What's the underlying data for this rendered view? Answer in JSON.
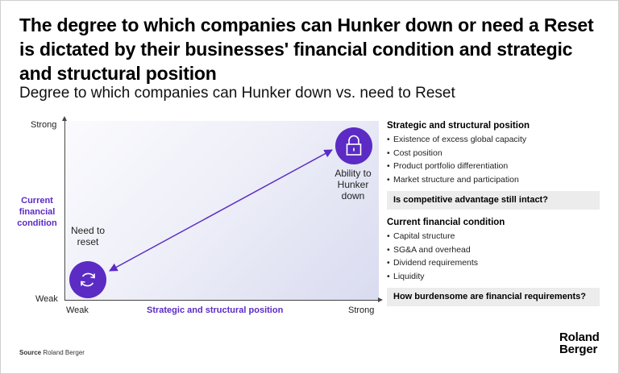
{
  "header": {
    "title": "The degree to which companies can Hunker down or need a Reset is dictated by their businesses' financial condition and strategic and structural position",
    "subtitle": "Degree to which companies can Hunker down vs. need to Reset"
  },
  "diagram": {
    "y_axis": {
      "label": "Current financial condition",
      "top_tick": "Strong",
      "bottom_tick": "Weak"
    },
    "x_axis": {
      "label": "Strategic and structural position",
      "left_tick": "Weak",
      "right_tick": "Strong"
    },
    "nodes": {
      "hunker": {
        "label": "Ability to Hunker down",
        "icon": "lock-icon"
      },
      "reset": {
        "label": "Need to reset",
        "icon": "refresh-cycle-icon"
      }
    },
    "arrow": "double-headed-arrow",
    "colors": {
      "accent": "#5b2bc4",
      "arrow": "#5b2bc4",
      "question_bg": "#ececec"
    }
  },
  "panel": {
    "strategic": {
      "title": "Strategic and structural position",
      "items": [
        "Existence of excess global capacity",
        "Cost position",
        "Product portfolio differentiation",
        "Market structure and participation"
      ],
      "question": "Is competitive advantage still intact?"
    },
    "financial": {
      "title": "Current financial condition",
      "items": [
        "Capital structure",
        "SG&A and overhead",
        "Dividend requirements",
        "Liquidity"
      ],
      "question": "How burdensome are financial requirements?"
    }
  },
  "footer": {
    "source_label": "Source",
    "source_value": "Roland Berger",
    "logo_line1": "Roland",
    "logo_line2": "Berger"
  }
}
